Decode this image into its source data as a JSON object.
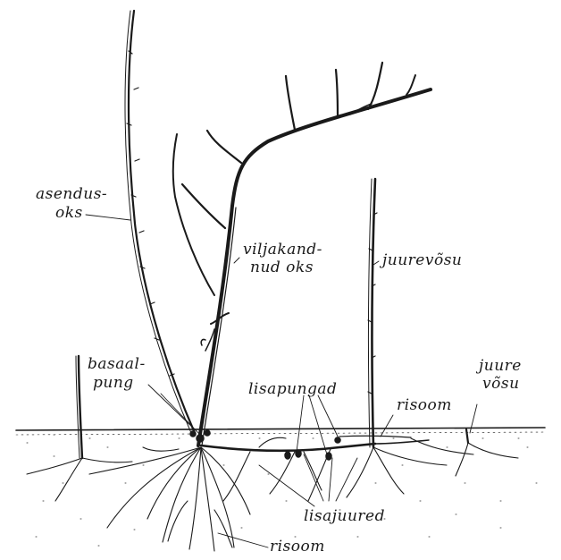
{
  "labels": {
    "asendus_1": "asendus-",
    "asendus_2": "oks",
    "viljakand_1": "viljakand-",
    "viljakand_2": "nud oks",
    "juurevosu": "juurevõsu",
    "basaal_1": "basaal-",
    "basaal_2": "pung",
    "lisapungad": "lisapungad",
    "risoom_top": "risoom",
    "juure_1": "juure",
    "juure_2": "võsu",
    "lisajuured": "lisajuured",
    "risoom_bottom": "risoom"
  },
  "colors": {
    "ink": "#1a1a1a",
    "soil_dots": "#555555",
    "background": "#ffffff"
  }
}
